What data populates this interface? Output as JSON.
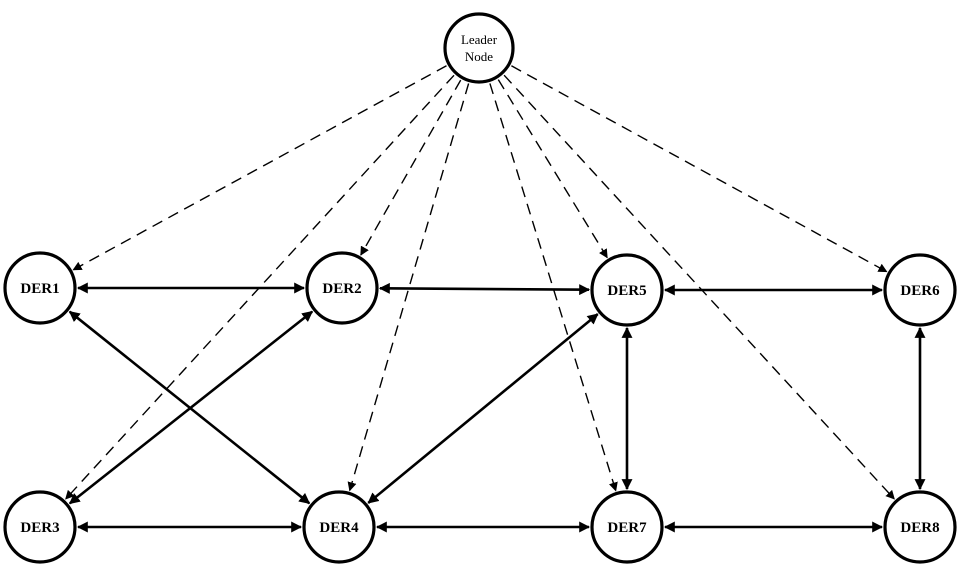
{
  "leader": {
    "line1": "Leader",
    "line2": "Node"
  },
  "nodes": [
    {
      "id": "der1",
      "label": "DER1"
    },
    {
      "id": "der2",
      "label": "DER2"
    },
    {
      "id": "der3",
      "label": "DER3"
    },
    {
      "id": "der4",
      "label": "DER4"
    },
    {
      "id": "der5",
      "label": "DER5"
    },
    {
      "id": "der6",
      "label": "DER6"
    },
    {
      "id": "der7",
      "label": "DER7"
    },
    {
      "id": "der8",
      "label": "DER8"
    }
  ],
  "edges": [
    {
      "from": "der1",
      "to": "der2",
      "style": "solid",
      "direction": "both"
    },
    {
      "from": "der2",
      "to": "der5",
      "style": "solid",
      "direction": "both"
    },
    {
      "from": "der5",
      "to": "der6",
      "style": "solid",
      "direction": "both"
    },
    {
      "from": "der3",
      "to": "der4",
      "style": "solid",
      "direction": "both"
    },
    {
      "from": "der4",
      "to": "der7",
      "style": "solid",
      "direction": "both"
    },
    {
      "from": "der7",
      "to": "der8",
      "style": "solid",
      "direction": "both"
    },
    {
      "from": "der1",
      "to": "der4",
      "style": "solid",
      "direction": "both"
    },
    {
      "from": "der2",
      "to": "der3",
      "style": "solid",
      "direction": "both"
    },
    {
      "from": "der5",
      "to": "der4",
      "style": "solid",
      "direction": "both"
    },
    {
      "from": "der5",
      "to": "der7",
      "style": "solid",
      "direction": "both"
    },
    {
      "from": "der6",
      "to": "der8",
      "style": "solid",
      "direction": "both"
    },
    {
      "from": "leader",
      "to": "der1",
      "style": "dashed",
      "direction": "forward"
    },
    {
      "from": "leader",
      "to": "der2",
      "style": "dashed",
      "direction": "forward"
    },
    {
      "from": "leader",
      "to": "der3",
      "style": "dashed",
      "direction": "forward"
    },
    {
      "from": "leader",
      "to": "der4",
      "style": "dashed",
      "direction": "forward"
    },
    {
      "from": "leader",
      "to": "der5",
      "style": "dashed",
      "direction": "forward"
    },
    {
      "from": "leader",
      "to": "der6",
      "style": "dashed",
      "direction": "forward"
    },
    {
      "from": "leader",
      "to": "der7",
      "style": "dashed",
      "direction": "forward"
    },
    {
      "from": "leader",
      "to": "der8",
      "style": "dashed",
      "direction": "forward"
    }
  ]
}
